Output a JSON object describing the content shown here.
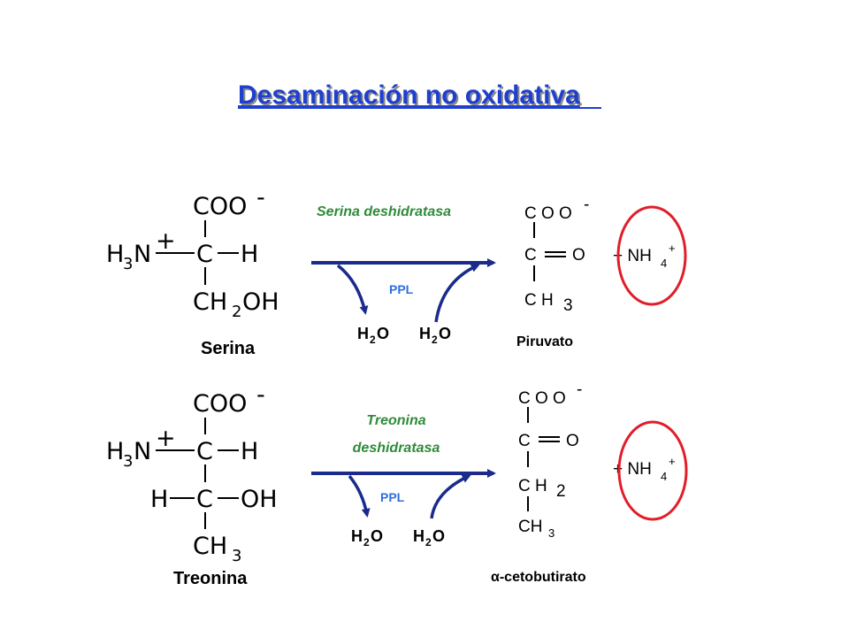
{
  "title": "Desaminación no oxidativa",
  "plus_sign": "+",
  "reaction1": {
    "substrate": {
      "name": "Serina",
      "top": "COO",
      "charge": "-",
      "amine_h": "H",
      "amine_3": "3",
      "amine_n": "N",
      "center_c": "C",
      "side_h": "H",
      "bottom_ch": "CH",
      "bottom_2": "2",
      "bottom_oh": "OH"
    },
    "enzyme": "Serina deshidratasa",
    "cofactor": "PPL",
    "water_in": {
      "h": "H",
      "two": "2",
      "o": "O"
    },
    "water_out": {
      "h": "H",
      "two": "2",
      "o": "O"
    },
    "product": {
      "name": "Piruvato",
      "top": "C O O",
      "charge": "-",
      "middle_c": "C",
      "middle_o": "O",
      "bottom": "C H",
      "bottom_3": "3"
    },
    "byproduct": {
      "prefix": "+ NH",
      "sub": "4",
      "sup": "+"
    }
  },
  "reaction2": {
    "substrate": {
      "name": "Treonina",
      "top": "COO",
      "charge": "-",
      "amine_h": "H",
      "amine_3": "3",
      "amine_n": "N",
      "center_c": "C",
      "side_h": "H",
      "lower_h": "H",
      "lower_c": "C",
      "lower_oh": "OH",
      "bottom_ch": "CH",
      "bottom_3": "3"
    },
    "enzyme_line1": "Treonina",
    "enzyme_line2": "deshidratasa",
    "cofactor": "PPL",
    "water_in": {
      "h": "H",
      "two": "2",
      "o": "O"
    },
    "water_out": {
      "h": "H",
      "two": "2",
      "o": "O"
    },
    "product": {
      "name": "α-cetobutirato",
      "top": "C O O",
      "charge": "-",
      "middle_c": "C",
      "middle_o": "O",
      "ch2": "C H",
      "ch2_sub": "2",
      "ch3": "CH",
      "ch3_sub": "3"
    },
    "byproduct": {
      "prefix": "+ NH",
      "sub": "4",
      "sup": "+"
    }
  },
  "colors": {
    "title": "#1f3fce",
    "enzyme": "#2e8b3a",
    "cofactor": "#2f6fe0",
    "arrow": "#1a2b8c",
    "highlight_circle": "#e01e2a"
  }
}
